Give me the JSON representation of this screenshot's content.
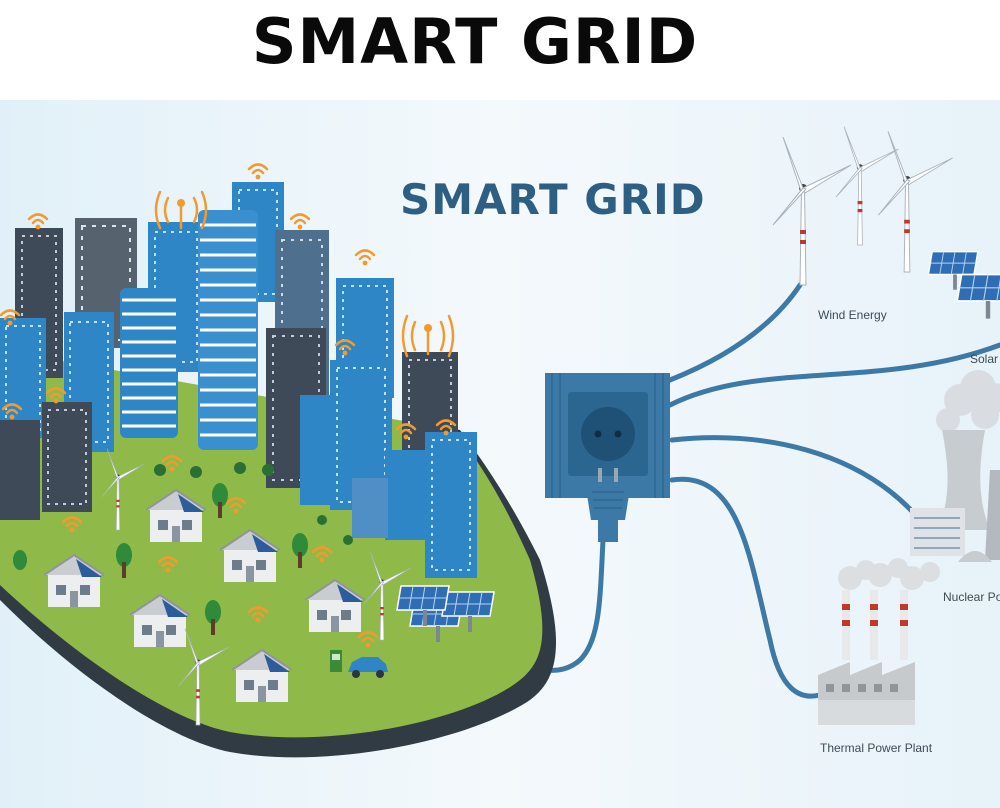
{
  "header": {
    "title": "SMART GRID"
  },
  "diagram": {
    "title": "SMART GRID",
    "sources": [
      {
        "id": "wind",
        "label": "Wind Energy",
        "icon": "wind-turbine-icon"
      },
      {
        "id": "solar",
        "label": "Solar",
        "icon": "solar-panel-icon"
      },
      {
        "id": "nuclear",
        "label": "Nuclear Pov",
        "icon": "nuclear-plant-icon"
      },
      {
        "id": "thermal",
        "label": "Thermal Power Plant",
        "icon": "thermal-plant-icon"
      }
    ],
    "hub": {
      "icon": "power-socket-icon"
    },
    "consumer": {
      "icon": "smart-city-icon"
    }
  },
  "colors": {
    "cable": "#3d79a6",
    "ground": "#8fba4a",
    "building_blue": "#2f86c6",
    "building_gray": "#3e4a57",
    "signal": "#f29a2e",
    "title": "#2e5f82",
    "background": "#eef6fb"
  }
}
